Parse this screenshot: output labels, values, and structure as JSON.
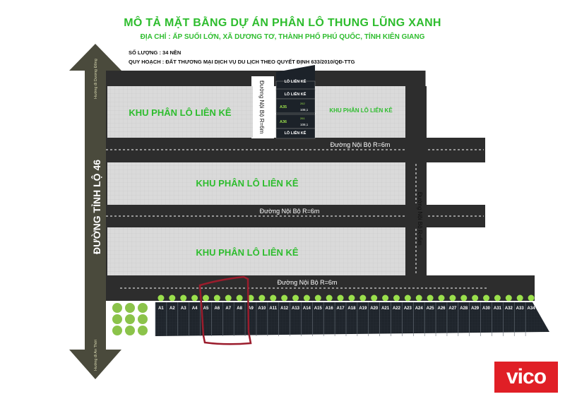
{
  "header": {
    "title": "MÔ TẢ MẶT BẰNG DỰ ÁN PHÂN LÔ THUNG LŨNG XANH",
    "address": "ĐỊA CHỈ : ẤP SUỐI LỚN, XÃ DƯƠNG TƠ, THÀNH PHỐ PHÚ QUỐC, TỈNH KIÊN GIANG",
    "quantity": "SỐ LƯỢNG : 34 NỀN",
    "planning": "QUY HOẠCH : ĐẤT THƯƠNG MẠI DỊCH VỤ DU LỊCH THEO QUYẾT ĐỊNH 633/2010/QĐ-TTG"
  },
  "blocks": {
    "zone_label": "KHU PHÂN LÔ LIÊN KÊ",
    "zone_label_small": "KHU PHÂN LÔ LIÊN KÊ",
    "lo_lien_ke": "LÔ LIÊN KÊ"
  },
  "roads": {
    "internal": "Đường Nội Bộ R=6m",
    "provincial": "ĐƯỜNG TỈNH LỘ 46",
    "to_duong_dong": "Hướng đi Dương Đông",
    "to_an_thoi": "Hướng đi An Thới"
  },
  "small_plots": [
    {
      "id": "A35",
      "area": "108,1",
      "top": "262"
    },
    {
      "id": "A36",
      "area": "108,1",
      "top": "261"
    }
  ],
  "lots": [
    "A1",
    "A2",
    "A3",
    "A4",
    "A5",
    "A6",
    "A7",
    "A8",
    "A9",
    "A10",
    "A11",
    "A12",
    "A13",
    "A14",
    "A15",
    "A16",
    "A17",
    "A18",
    "A19",
    "A20",
    "A21",
    "A22",
    "A23",
    "A24",
    "A25",
    "A26",
    "A27",
    "A28",
    "A29",
    "A30",
    "A31",
    "A32",
    "A33",
    "A34"
  ],
  "colors": {
    "title_green": "#2ebd2e",
    "road": "#2d2d2d",
    "block_gray": "#d7d7d7",
    "lot_dark": "#1c2229",
    "lot_dot": "#9be04c",
    "highlight": "#9b1c2c",
    "logo": "#e01f26"
  },
  "logo": "vico"
}
